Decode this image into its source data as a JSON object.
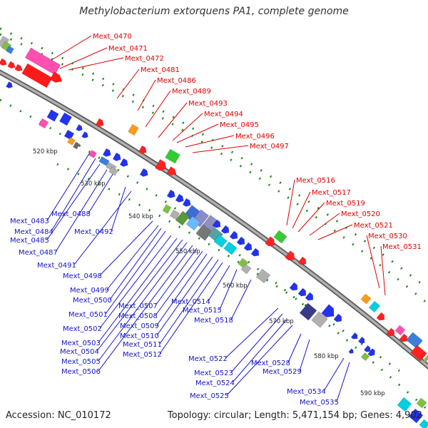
{
  "title": "Methylobacterium extorquens PA1, complete genome",
  "footer": {
    "accession": "Accession: NC_010172",
    "summary": "Topology: circular; Length: 5,471,154 bp; Genes: 4,902"
  },
  "colors": {
    "forward_label": "#e00000",
    "reverse_label": "#1515c8",
    "backbone": "#8a8a8a",
    "tick": "#1a8a1a"
  },
  "kbp_labels": [
    "520 kbp",
    "530 kbp",
    "540 kbp",
    "550 kbp",
    "560 kbp",
    "570 kbp",
    "580 kbp",
    "590 kbp"
  ],
  "forward_labels": [
    "Mext_0470",
    "Mext_0471",
    "Mext_0472",
    "Mext_0481",
    "Mext_0486",
    "Mext_0489",
    "Mext_0493",
    "Mext_0494",
    "Mext_0495",
    "Mext_0496",
    "Mext_0497",
    "Mext_0516",
    "Mext_0517",
    "Mext_0519",
    "Mext_0520",
    "Mext_0521",
    "Mext_0530",
    "Mext_0531"
  ],
  "reverse_labels": [
    "Mext_0483",
    "Mext_0484",
    "Mext_0485",
    "Mext_0487",
    "Mext_0488",
    "Mext_0492",
    "Mext_0491",
    "Mext_0498",
    "Mext_0499",
    "Mext_0500",
    "Mext_0501",
    "Mext_0502",
    "Mext_0503",
    "Mext_0504",
    "Mext_0505",
    "Mext_0506",
    "Mext_0507",
    "Mext_0508",
    "Mext_0509",
    "Mext_0510",
    "Mext_0511",
    "Mext_0512",
    "Mext_0514",
    "Mext_0515",
    "Mext_0518",
    "Mext_0522",
    "Mext_0523",
    "Mext_0524",
    "Mext_0525",
    "Mext_0528",
    "Mext_0529",
    "Mext_0534",
    "Mext_0535"
  ]
}
